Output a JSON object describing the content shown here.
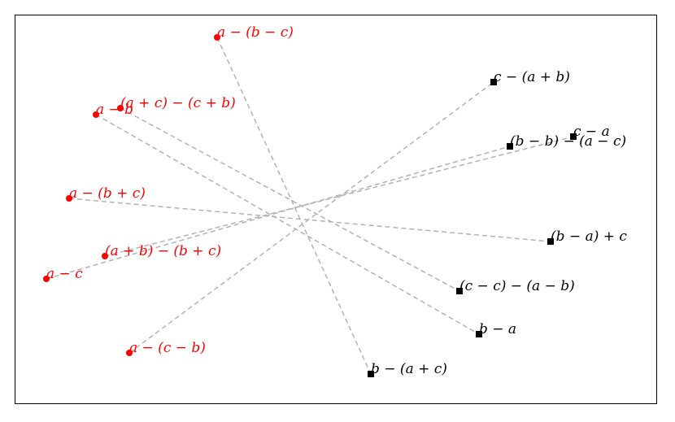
{
  "colors": {
    "left_nodes": "#ff0000",
    "right_nodes": "#000000",
    "edges": "#b3b3b3",
    "frame": "#000000"
  },
  "left_nodes": [
    {
      "id": "L1",
      "label": "a − (b − c)"
    },
    {
      "id": "L2",
      "label": "(a + c) − (c + b)"
    },
    {
      "id": "L3",
      "label": "a − b"
    },
    {
      "id": "L4",
      "label": "a − (b + c)"
    },
    {
      "id": "L5",
      "label": "(a + b) − (b + c)"
    },
    {
      "id": "L6",
      "label": "a − c"
    },
    {
      "id": "L7",
      "label": "a − (c − b)"
    }
  ],
  "right_nodes": [
    {
      "id": "R1",
      "label": "c − (a + b)"
    },
    {
      "id": "R2",
      "label": "c − a"
    },
    {
      "id": "R3",
      "label": "(b − b) − (a − c)"
    },
    {
      "id": "R4",
      "label": "(b − a) + c"
    },
    {
      "id": "R5",
      "label": "(c − c) − (a − b)"
    },
    {
      "id": "R6",
      "label": "b − a"
    },
    {
      "id": "R7",
      "label": "b − (a + c)"
    }
  ],
  "edges": [
    [
      "L1",
      "R7"
    ],
    [
      "L2",
      "R5"
    ],
    [
      "L3",
      "R6"
    ],
    [
      "L4",
      "R4"
    ],
    [
      "L5",
      "R2"
    ],
    [
      "L6",
      "R3"
    ],
    [
      "L7",
      "R1"
    ]
  ]
}
